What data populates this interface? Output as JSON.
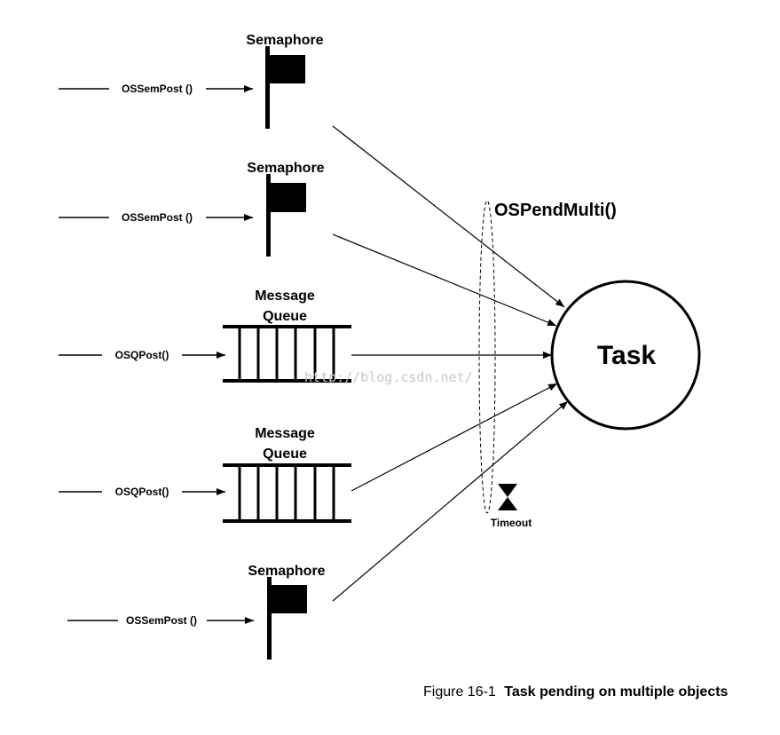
{
  "objects": [
    {
      "kind": "semaphore",
      "title": "Semaphore",
      "post": "OSSemPost ()"
    },
    {
      "kind": "semaphore",
      "title": "Semaphore",
      "post": "OSSemPost ()"
    },
    {
      "kind": "queue",
      "title_line1": "Message",
      "title_line2": "Queue",
      "post": "OSQPost()"
    },
    {
      "kind": "queue",
      "title_line1": "Message",
      "title_line2": "Queue",
      "post": "OSQPost()"
    },
    {
      "kind": "semaphore",
      "title": "Semaphore",
      "post": "OSSemPost ()"
    }
  ],
  "pend": {
    "label": "OSPendMulti()"
  },
  "task": {
    "label": "Task"
  },
  "timeout": {
    "label": "Timeout"
  },
  "watermark": "http://blog.csdn.net/",
  "caption": {
    "number": "Figure 16-1",
    "text": "Task pending on multiple objects"
  }
}
